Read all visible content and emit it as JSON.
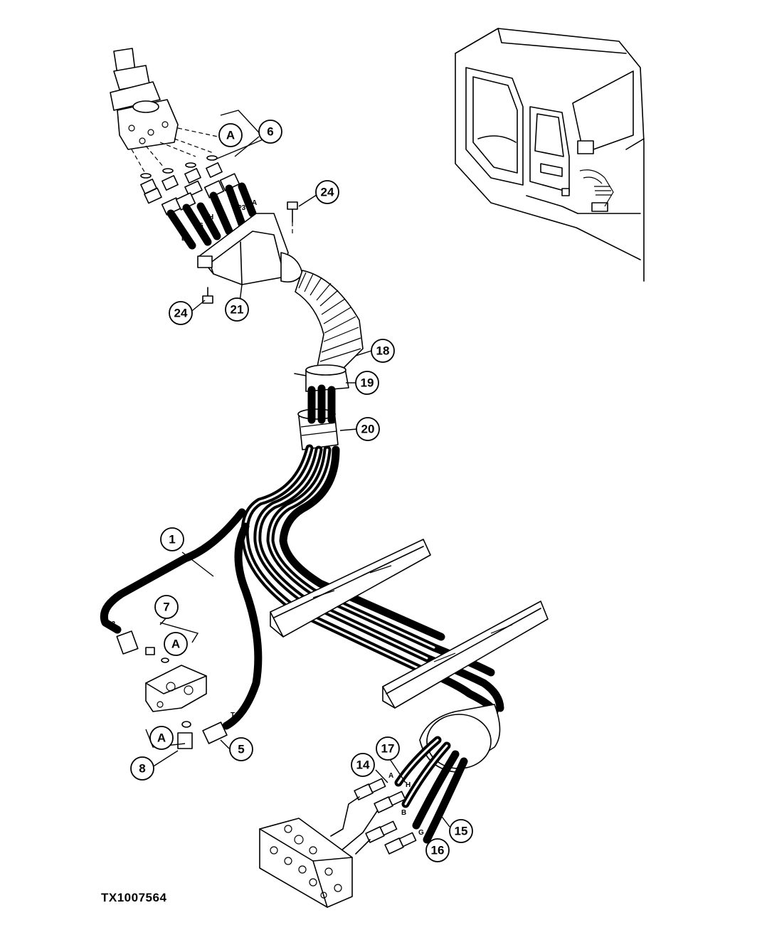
{
  "figure_id": "TX1007564",
  "callouts": {
    "c1": "1",
    "c5": "5",
    "c6": "6",
    "c7": "7",
    "c8": "8",
    "c14": "14",
    "c15": "15",
    "c16": "16",
    "c17": "17",
    "c18": "18",
    "c19": "19",
    "c20": "20",
    "c21": "21",
    "c24a": "24",
    "c24b": "24"
  },
  "detail_refs": {
    "a_top": "A",
    "a_mid": "A",
    "a_low": "A"
  },
  "hose_labels": {
    "b_top": "B",
    "t6_top": "T6",
    "h_top": "H",
    "g_top": "G",
    "p3_top": "P3",
    "a_top": "A",
    "p3_left": "P3",
    "t6_left": "T6",
    "a_bottom": "A",
    "h_bottom": "H",
    "b_bottom": "B",
    "g_bottom": "G"
  }
}
